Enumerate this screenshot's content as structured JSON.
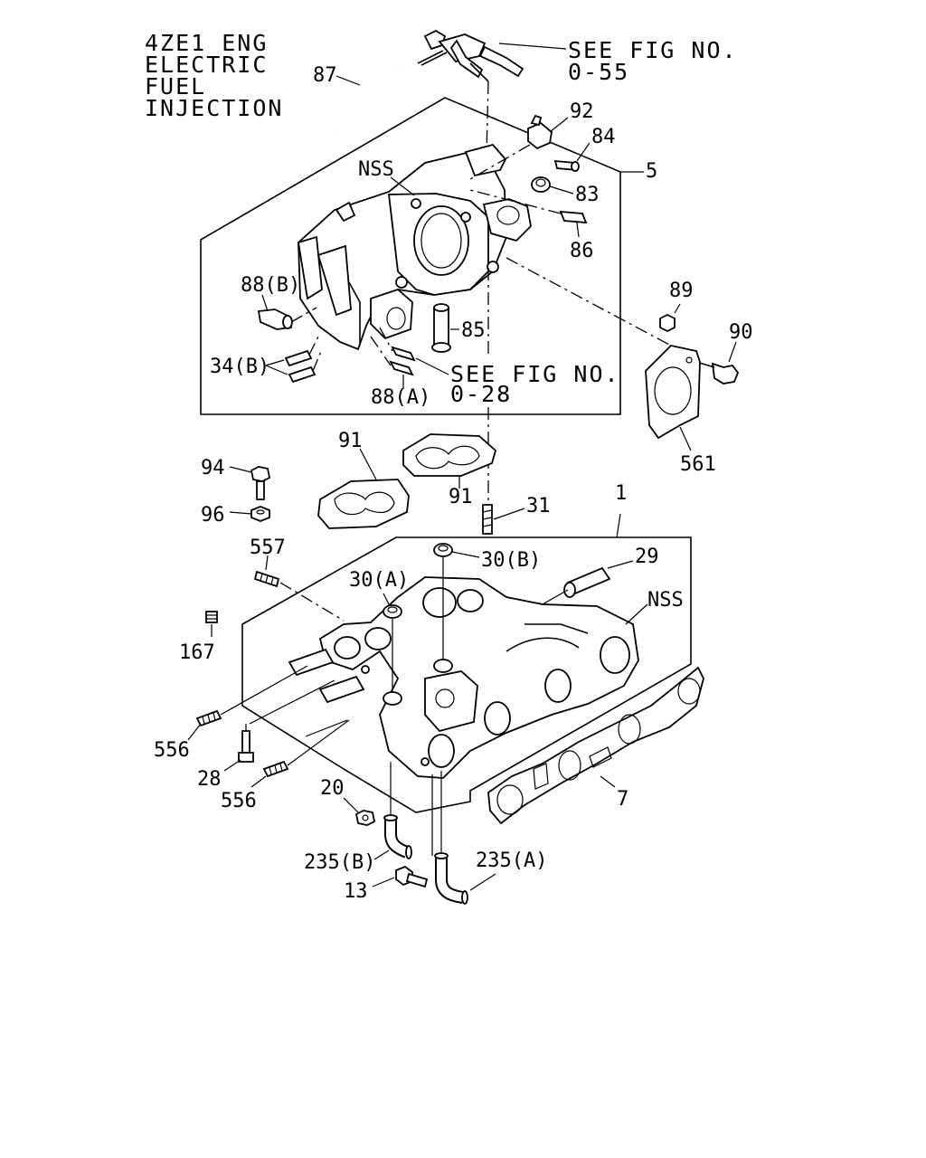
{
  "title_lines": [
    "4ZE1 ENG",
    "ELECTRIC",
    "FUEL",
    "INJECTION"
  ],
  "references": {
    "ref_top": [
      "SEE FIG NO.",
      "0-55"
    ],
    "ref_mid": [
      "SEE FIG NO.",
      "0-28"
    ]
  },
  "callouts": {
    "c87": "87",
    "c92": "92",
    "c84": "84",
    "c5": "5",
    "c83": "83",
    "c86": "86",
    "cnss_top": "NSS",
    "c88b": "88(B)",
    "c85": "85",
    "c34b": "34(B)",
    "c88a": "88(A)",
    "c89": "89",
    "c90": "90",
    "c561": "561",
    "c91a": "91",
    "c91b": "91",
    "c94": "94",
    "c96": "96",
    "c31": "31",
    "c1": "1",
    "c557": "557",
    "c30b": "30(B)",
    "c30a": "30(A)",
    "c29": "29",
    "cnss_bot": "NSS",
    "c167": "167",
    "c556a": "556",
    "c28": "28",
    "c556b": "556",
    "c20": "20",
    "c7": "7",
    "c235b": "235(B)",
    "c235a": "235(A)",
    "c13": "13"
  }
}
